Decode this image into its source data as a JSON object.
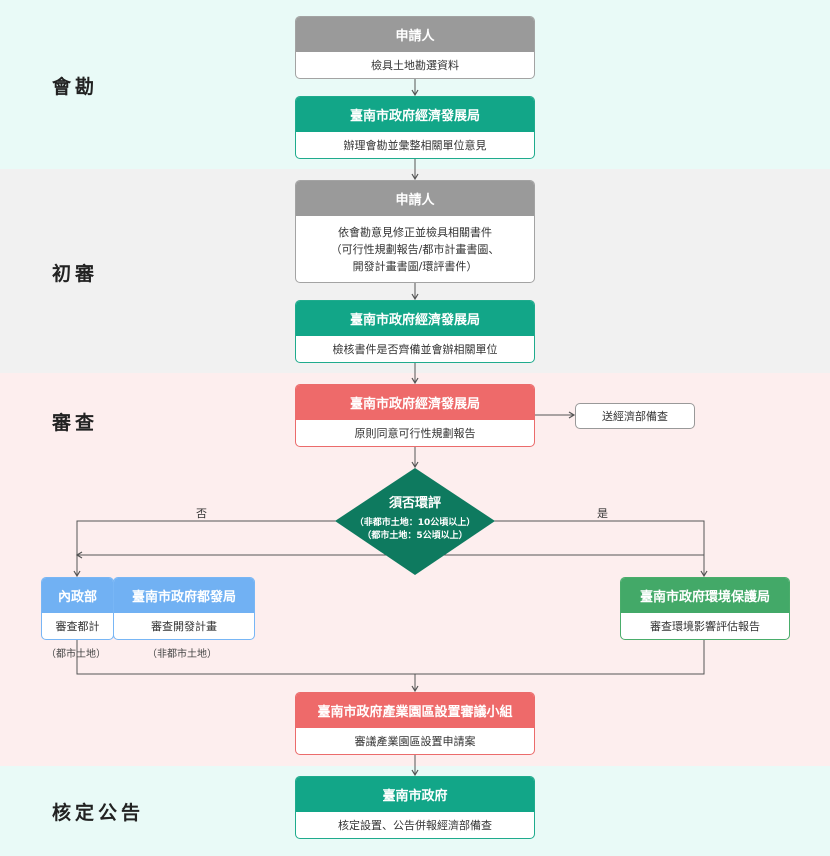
{
  "stages": {
    "s1": "會勘",
    "s2": "初審",
    "s3": "審查",
    "s4": "核定公告"
  },
  "steps": {
    "applicant1": {
      "title": "申請人",
      "desc": "檢具土地勘選資料"
    },
    "bureau1": {
      "title": "臺南市政府經濟發展局",
      "desc": "辦理會勘並彙整相關單位意見"
    },
    "applicant2": {
      "title": "申請人",
      "desc_line1": "依會勘意見修正並檢具相關書件",
      "desc_line2": "（可行性規劃報告/都市計畫書圖、",
      "desc_line3": "開發計畫書圖/環評書件）"
    },
    "bureau2": {
      "title": "臺南市政府經濟發展局",
      "desc": "檢核書件是否齊備並會辦相關單位"
    },
    "bureau3": {
      "title": "臺南市政府經濟發展局",
      "desc": "原則同意可行性規劃報告"
    },
    "moea": {
      "text": "送經濟部備查"
    },
    "decision": {
      "title": "須否環評",
      "line1": "（非都市土地：10公頃以上）",
      "line2": "（都市土地：5公頃以上）",
      "no": "否",
      "yes": "是"
    },
    "interior": {
      "title": "內政部",
      "desc": "審查都計",
      "note": "（都市土地）"
    },
    "urban": {
      "title": "臺南市政府都發局",
      "desc": "審查開發計畫",
      "note": "（非都市土地）"
    },
    "env": {
      "title": "臺南市政府環境保護局",
      "desc": "審查環境影響評估報告"
    },
    "committee": {
      "title": "臺南市政府產業園區設置審議小組",
      "desc": "審議產業園區設置申請案"
    },
    "city": {
      "title": "臺南市政府",
      "desc": "核定設置、公告併報經濟部備查"
    }
  },
  "colors": {
    "gray": "#9a9a9a",
    "green": "#12a688",
    "red": "#ee6a6a",
    "blue": "#71b1f3",
    "light_green": "#43a968",
    "diamond": "#0e7a5f"
  }
}
